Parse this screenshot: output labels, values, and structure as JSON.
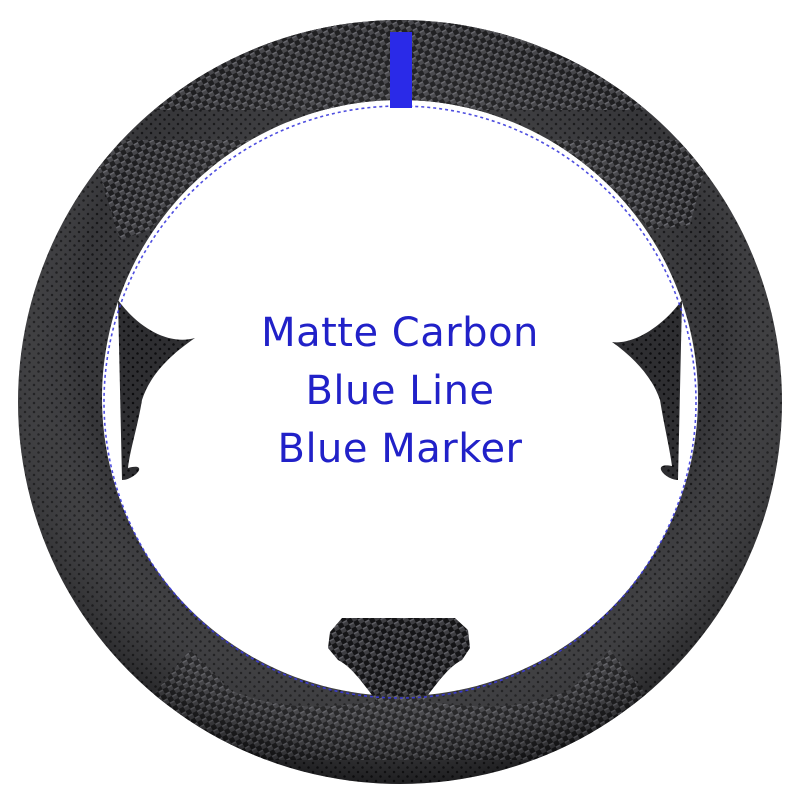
{
  "product_image": {
    "subject": "steering-wheel-cover",
    "caption_lines": [
      "Matte Carbon",
      "Blue Line",
      "Blue Marker"
    ]
  },
  "colors": {
    "caption_text": "#2121c8",
    "marker": "#2a2ae8",
    "stitching": "#3b3bdc",
    "carbon_dark": "#0f0f10",
    "carbon_light": "#4a4a4e",
    "leather": "#2b2b2e",
    "leather_dot": "#101012",
    "background": "#ffffff"
  }
}
